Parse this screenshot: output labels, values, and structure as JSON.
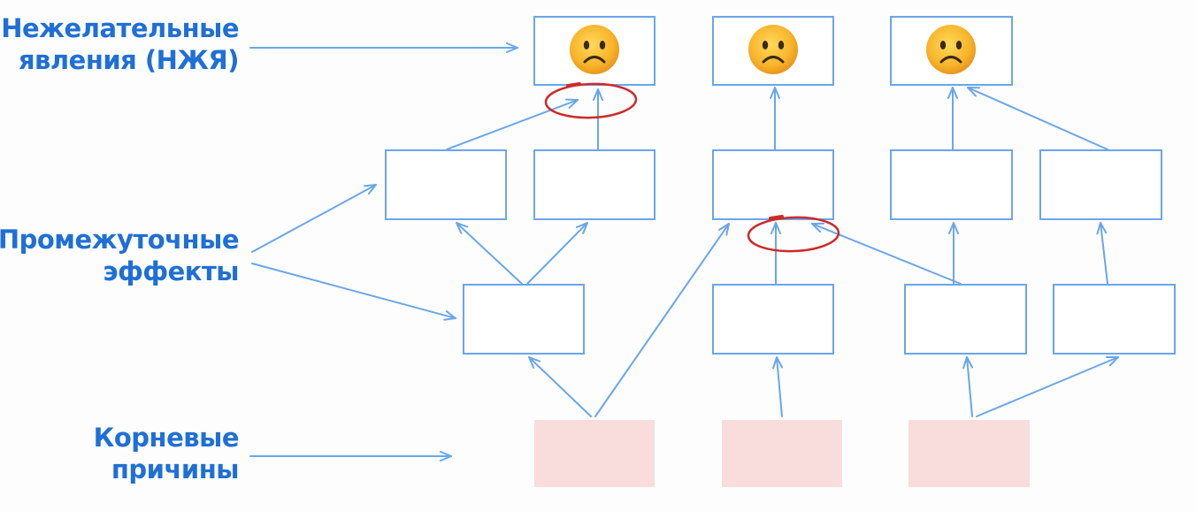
{
  "labels": {
    "undesirable": [
      "Нежелательные",
      "явления (НЖЯ)"
    ],
    "intermediate": [
      "Промежуточные",
      "эффекты"
    ],
    "root": [
      "Корневые",
      "причины"
    ]
  },
  "icons": {
    "undesirable_effect": "frowning-face-icon"
  },
  "colors": {
    "accent": "#1f6fd6",
    "box_stroke": "#6aa6e8",
    "root_fill": "#f9dcdc",
    "highlight": "#cc2b2b"
  }
}
